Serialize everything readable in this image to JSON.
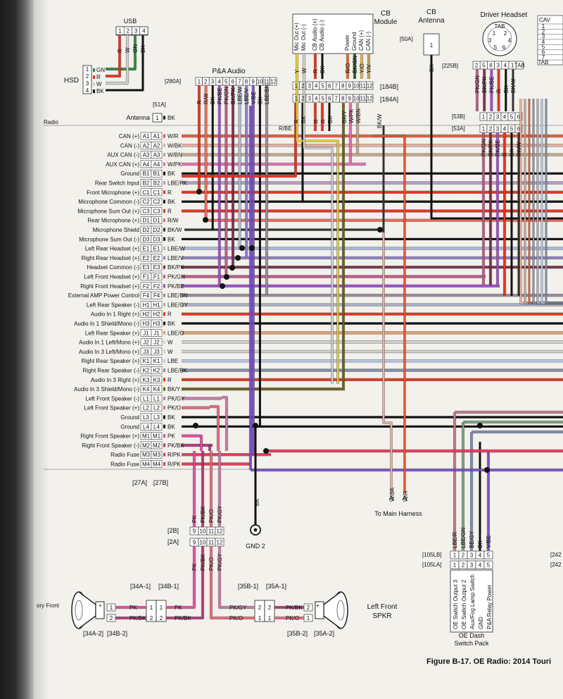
{
  "caption": "Figure B-17. OE Radio: 2014 Touri",
  "radio_label": "Radio",
  "pins": [
    {
      "id": "A1",
      "name": "CAN (+)",
      "wire": "W/R",
      "color": "#e85c3a"
    },
    {
      "id": "A2",
      "name": "CAN (-)",
      "wire": "W/BK",
      "color": "#e8b0a0"
    },
    {
      "id": "A3",
      "name": "AUX CAN (-)",
      "wire": "W/BN",
      "color": "#c8a58a"
    },
    {
      "id": "A4",
      "name": "AUX CAN (+)",
      "wire": "W/PK",
      "color": "#e070b0"
    },
    {
      "id": "B1",
      "name": "Ground",
      "wire": "BK",
      "color": "#111111"
    },
    {
      "id": "B2",
      "name": "Rear Switch Input",
      "wire": "LBE/PK",
      "color": "#b69acb"
    },
    {
      "id": "C1",
      "name": "Front Microphone (+)",
      "wire": "R",
      "color": "#e8321e"
    },
    {
      "id": "C2",
      "name": "Microphone Common (-)",
      "wire": "BK",
      "color": "#111111"
    },
    {
      "id": "C3",
      "name": "Microphone Sum Out (+)",
      "wire": "R",
      "color": "#e8321e"
    },
    {
      "id": "D1",
      "name": "Rear Microphone (+)",
      "wire": "R/W",
      "color": "#ee6a5a"
    },
    {
      "id": "D2",
      "name": "Microphone Shield",
      "wire": "BK/W",
      "color": "#333333"
    },
    {
      "id": "D3",
      "name": "Microphone Sum Out (-)",
      "wire": "BK",
      "color": "#111111"
    },
    {
      "id": "E1",
      "name": "Left Rear Headset (+)",
      "wire": "LBE/W",
      "color": "#a8b8d8"
    },
    {
      "id": "E2",
      "name": "Right Rear Headset (+)",
      "wire": "LBE/V",
      "color": "#8a80c8"
    },
    {
      "id": "E3",
      "name": "Headset Common (-)",
      "wire": "BK/PK",
      "color": "#7a3050"
    },
    {
      "id": "F1",
      "name": "Left Front Headset (+)",
      "wire": "PK/GN",
      "color": "#c05a8a"
    },
    {
      "id": "F2",
      "name": "Right Front Headset (+)",
      "wire": "PK/BE",
      "color": "#a050c8"
    },
    {
      "id": "F4",
      "name": "External AMP Power Control",
      "wire": "LBE/BN",
      "color": "#9a8aa0"
    },
    {
      "id": "H1",
      "name": "Left Rear Speaker (-)",
      "wire": "LBE/GY",
      "color": "#a8b0c0"
    },
    {
      "id": "H2",
      "name": "Audio In 1 Right (+)",
      "wire": "R",
      "color": "#e8321e"
    },
    {
      "id": "H3",
      "name": "Audio In 1 Shield/Mono (-)",
      "wire": "BK",
      "color": "#111111"
    },
    {
      "id": "J1",
      "name": "Left Rear Speaker (+)",
      "wire": "LBE/O",
      "color": "#e0a070"
    },
    {
      "id": "J2",
      "name": "Audio In 1 Left/Mono (+)",
      "wire": "W",
      "color": "#cfcfcf"
    },
    {
      "id": "J3",
      "name": "Audio In 3 Left/Mono (+)",
      "wire": "W",
      "color": "#cfcfcf"
    },
    {
      "id": "K1",
      "name": "Right Rear Speaker (+)",
      "wire": "LBE",
      "color": "#b8c8e8"
    },
    {
      "id": "K2",
      "name": "Right Rear Speaker (-)",
      "wire": "LBE/BK",
      "color": "#8090a8"
    },
    {
      "id": "K3",
      "name": "Audio In 3 Right (+)",
      "wire": "R",
      "color": "#e8321e"
    },
    {
      "id": "K4",
      "name": "Audio In 3 Shield/Mono (-)",
      "wire": "BK/Y",
      "color": "#6a6020"
    },
    {
      "id": "L1",
      "name": "Left Front Speaker (-)",
      "wire": "PK/GY",
      "color": "#c87aa8"
    },
    {
      "id": "L2",
      "name": "Left Front Speaker (+)",
      "wire": "PK/O",
      "color": "#e86878"
    },
    {
      "id": "L3",
      "name": "Ground",
      "wire": "BK",
      "color": "#111111"
    },
    {
      "id": "L4",
      "name": "Ground",
      "wire": "BK",
      "color": "#111111"
    },
    {
      "id": "M1",
      "name": "Right Front Speaker (+)",
      "wire": "PK",
      "color": "#e84aa0"
    },
    {
      "id": "M2",
      "name": "Right Front Speaker (-)",
      "wire": "PK/BK",
      "color": "#b03878"
    },
    {
      "id": "M3",
      "name": "Radio Fuse",
      "wire": "R/PK",
      "color": "#e83a5a"
    },
    {
      "id": "M4",
      "name": "Radio Fuse",
      "wire": "R/PK",
      "color": "#e83a5a"
    }
  ],
  "antenna": {
    "label": "Antenna",
    "pin": "1",
    "wire": "BK",
    "connector": "[51A]"
  },
  "usb": {
    "title": "USB",
    "pins": [
      "1",
      "2",
      "3",
      "4"
    ],
    "wires": [
      "R",
      "W",
      "GN",
      "BK"
    ]
  },
  "hsd": {
    "label": "HSD",
    "pins": [
      "1",
      "2",
      "3",
      "4"
    ],
    "wires": [
      "GN",
      "R",
      "W",
      "BK"
    ]
  },
  "pa_audio": {
    "title": "P&A Audio",
    "connector": "[280A]",
    "pins": [
      "1",
      "2",
      "3",
      "4",
      "5",
      "6",
      "7",
      "8",
      "9",
      "10",
      "11",
      "12"
    ],
    "wires": [
      "R",
      "R/W",
      "BK",
      "PK/BE",
      "PK/GN",
      "BK/PK",
      "LBE/W",
      "LBE/V",
      "V/BE",
      "BK",
      "LBE/BN"
    ]
  },
  "cb_module": {
    "title": "CB",
    "title2": "Module",
    "labels": [
      "Mic Out (+)",
      "Mic Out (-)",
      "CB Audio (+)",
      "CB Audio (-)",
      "Power",
      "Ground",
      "CAN (+)",
      "CAN (-)"
    ],
    "wires_top": [
      "Y",
      "W",
      "R",
      "BK",
      "R/O",
      "BK/GN",
      "Y/O",
      "Y/V"
    ],
    "wires_bottom": [
      "R",
      "BK",
      "R",
      "R",
      "BK",
      "BK/Y",
      "W/PK",
      "W/BN"
    ],
    "conn_top": "[184B]",
    "conn_bottom": "[184A]",
    "pins": [
      "1",
      "2",
      "3",
      "4",
      "5",
      "6",
      "7",
      "8",
      "9",
      "10",
      "11",
      "12"
    ]
  },
  "cb_antenna": {
    "title": "CB",
    "title2": "Antenna",
    "connector": "[50A]",
    "pin": "1",
    "wire": "BK"
  },
  "driver_headset": {
    "title": "Driver Headset",
    "connector": "[225B]",
    "pins": [
      "2",
      "5",
      "6",
      "3",
      "4",
      "1",
      "TAB"
    ],
    "wires": [
      "PK/GN",
      "BK/PK",
      "PK/BE",
      "R",
      "BK",
      "BK/W"
    ],
    "conn_53b": "[53B]",
    "conn_53a": "[53A]",
    "pins_53": [
      "1",
      "2",
      "3",
      "4",
      "5",
      "6"
    ]
  },
  "dash_switch": {
    "title": "OE Dash",
    "title2": "Switch Pack",
    "conn_top": "[105LB]",
    "conn_bottom": "[105LA]",
    "pins": [
      "1",
      "2",
      "3",
      "4",
      "5"
    ],
    "wires": [
      "LBE/R",
      "LBE/GN",
      "BE/GY",
      "BK",
      "V/BE"
    ],
    "labels": [
      "OE Switch Output 3",
      "OE Switch Output 2",
      "Aux/Fog Lamp Switch",
      "GND",
      "P&A Relay Power"
    ]
  },
  "speaker_right": {
    "title": "Left Front",
    "title2": "SPKR",
    "conn_a": "[35A-1]",
    "conn_b": "[35B-1]",
    "conn_a2": "[35A-2]",
    "conn_b2": "[35B-2]",
    "wires": [
      "PK/BK",
      "PK/O"
    ],
    "wires_in": [
      "PK/GY",
      "PK/O"
    ]
  },
  "speaker_left": {
    "conn_a": "[34A-1]",
    "conn_b": "[34B-1]",
    "conn_a2": "[34A-2]",
    "conn_b2": "[34B-2]",
    "wires": [
      "PK",
      "PK/BK"
    ]
  },
  "conn_2": {
    "top": "[2B]",
    "bottom": "[2A]",
    "pins": [
      "9",
      "10",
      "11",
      "12"
    ],
    "wires_top": [
      "PK",
      "PK/BK",
      "PK/O",
      "PK/GY"
    ],
    "wires_bottom": [
      "PK",
      "PK/BK",
      "PK/O",
      "PK/GY"
    ]
  },
  "conn_27": {
    "a": "[27A]",
    "b": "[27B]"
  },
  "ground": {
    "label": "GND 2",
    "wire": "BK"
  },
  "main_harness": {
    "label": "To Main Harness",
    "wires": [
      "W/BK",
      "W/R"
    ]
  },
  "cb_pin_labels": {
    "bk_w": "BK/W",
    "r_be": "R/BE"
  },
  "cav_table": {
    "header": "CAV",
    "rows": [
      "1",
      "2",
      "3",
      "4",
      "5",
      "6",
      "7",
      "TAB"
    ]
  },
  "edge_labels": {
    "c242a": "[242",
    "c242b": "[242",
    "edge_text": "ory Front"
  }
}
